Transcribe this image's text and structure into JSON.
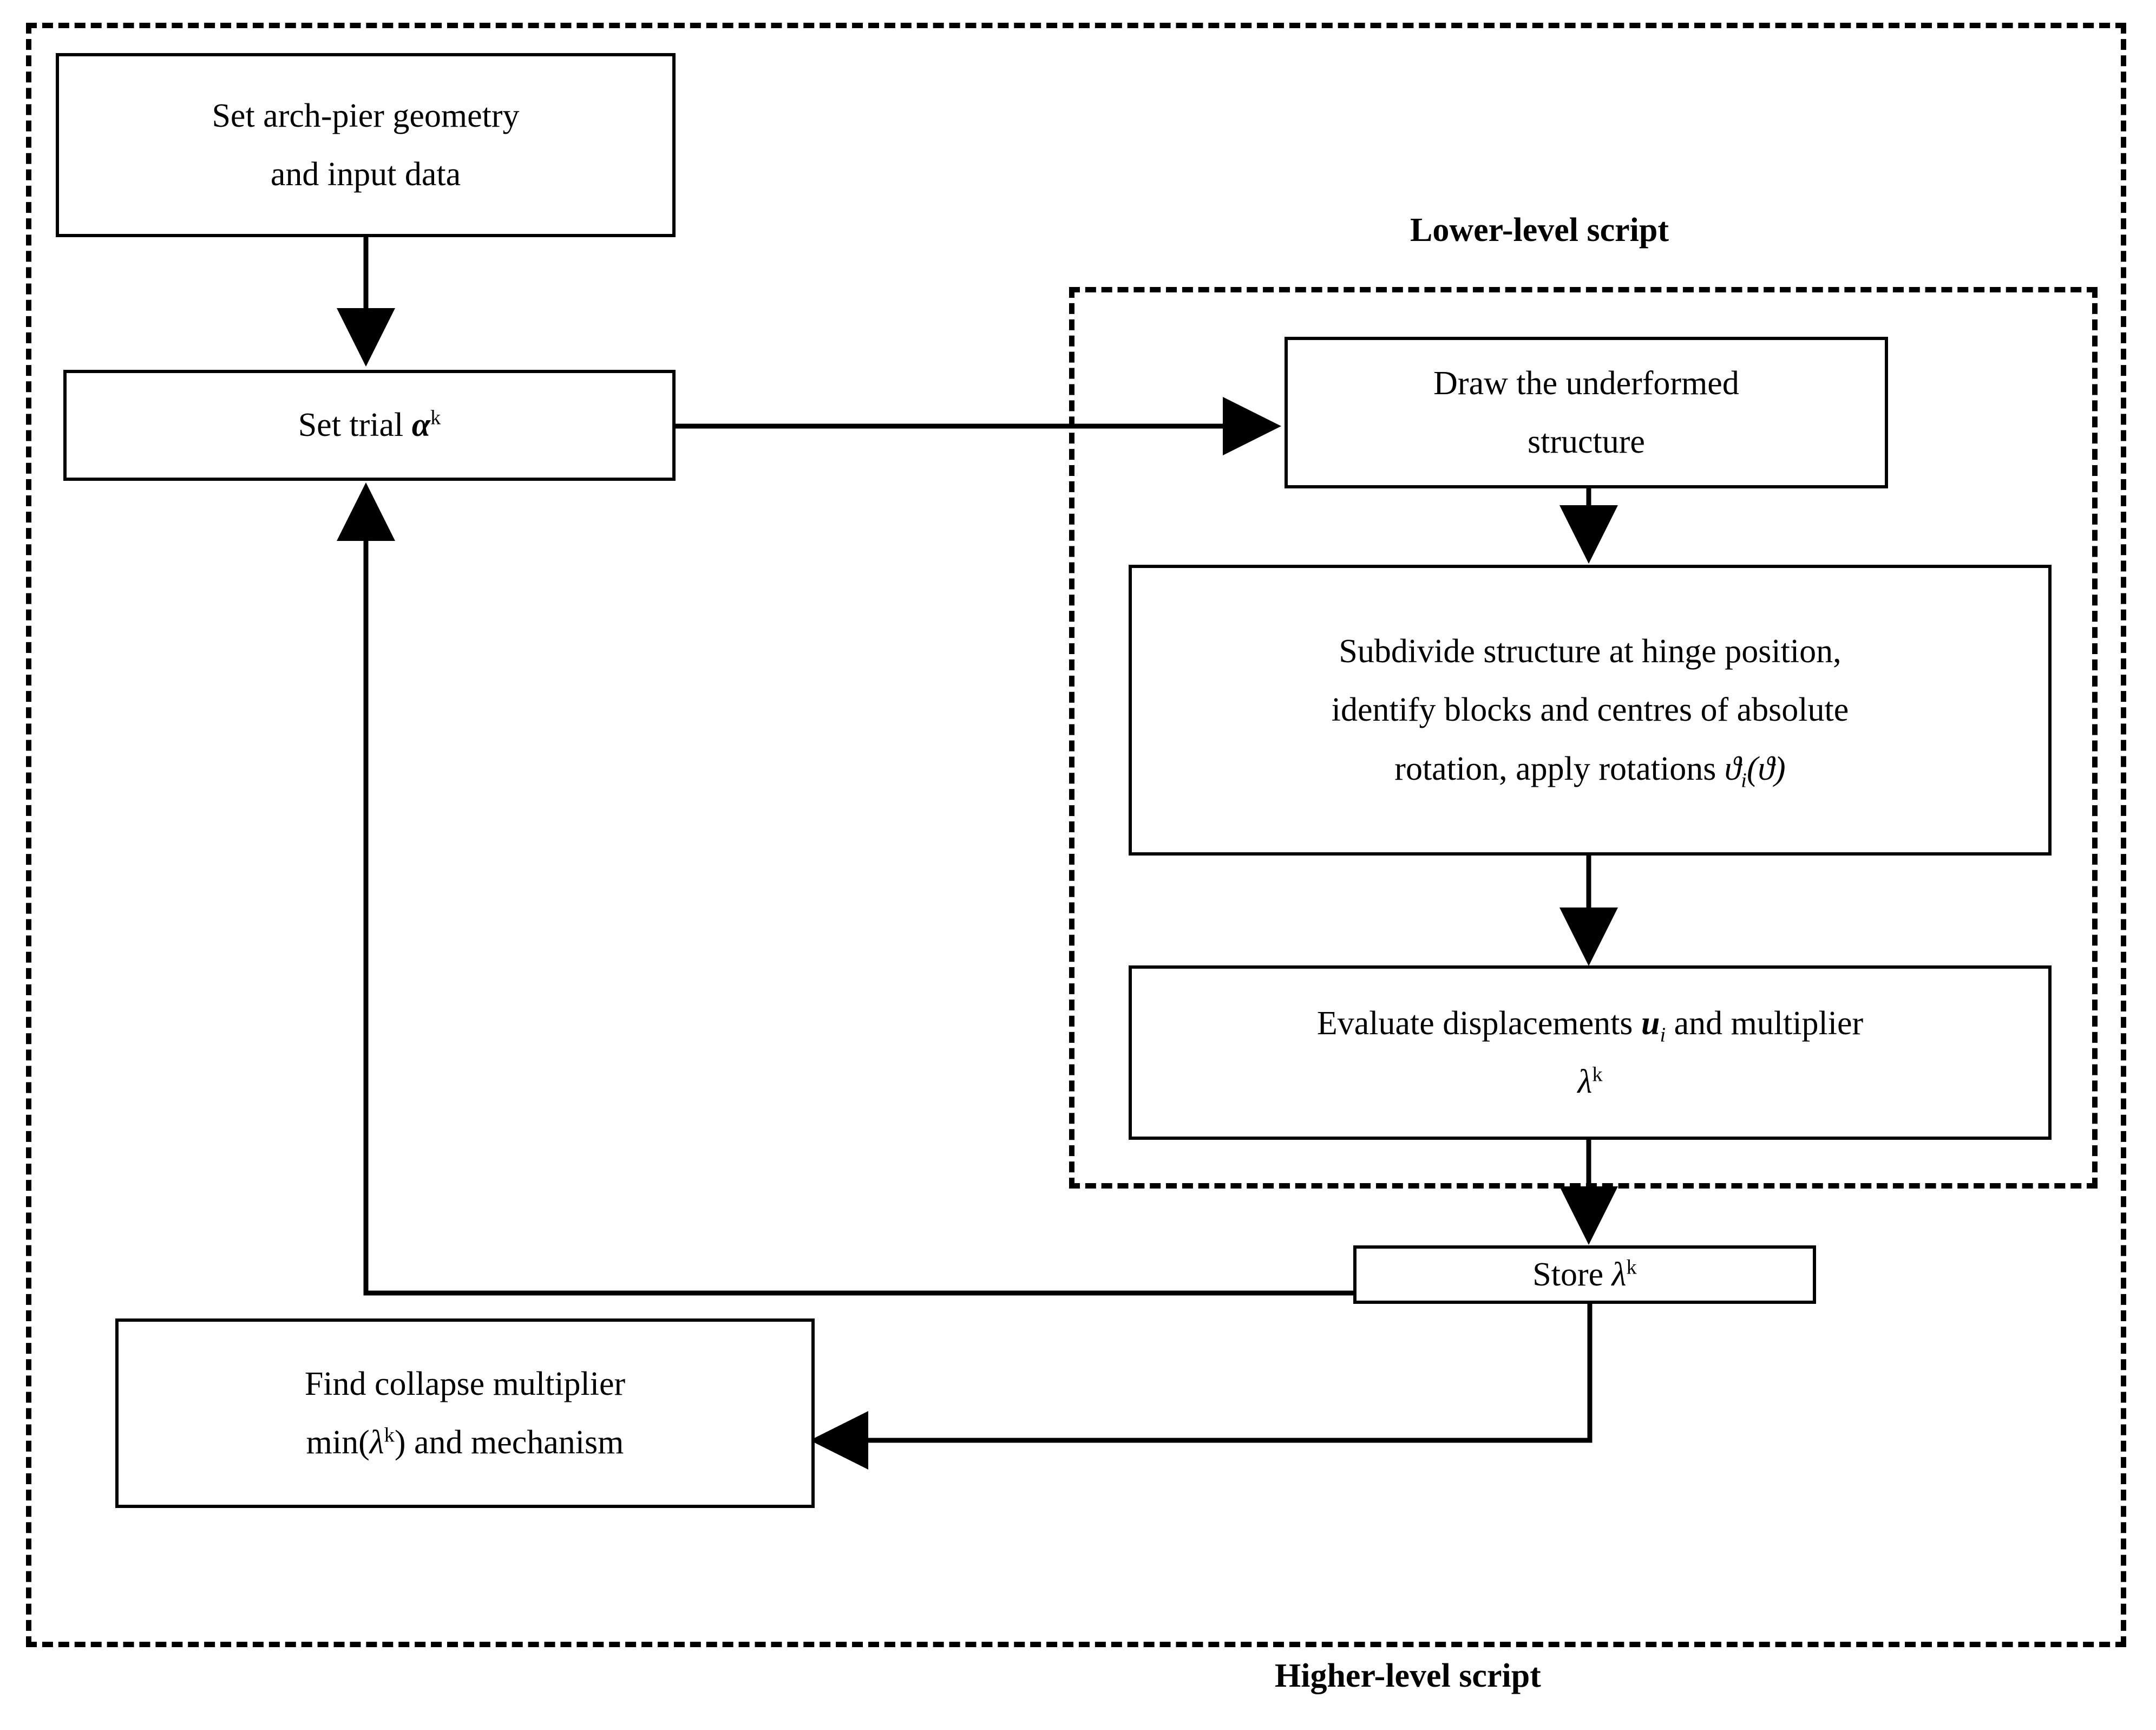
{
  "diagram": {
    "title": "Two-level script flowchart for arch-pier collapse analysis",
    "type": "flowchart",
    "background_color": "#ffffff",
    "line_color": "#000000"
  },
  "regions": {
    "higher": {
      "label": "Higher-level script",
      "style": "dashed"
    },
    "lower": {
      "label": "Lower-level script",
      "style": "dashed"
    }
  },
  "nodes": {
    "geometry": {
      "line1": "Set arch-pier geometry",
      "line2": "and input data"
    },
    "set_trial": {
      "text_prefix": "Set trial ",
      "symbol": "α",
      "superscript": "k"
    },
    "draw": {
      "line1": "Draw the underformed",
      "line2": "structure"
    },
    "subdivide": {
      "line1": "Subdivide structure at hinge position,",
      "line2": "identify blocks and centres of absolute",
      "line3_prefix": "rotation, apply rotations  ",
      "line3_symbol": "ϑ",
      "line3_subscript": "i",
      "line3_suffix": "(ϑ)"
    },
    "evaluate": {
      "line1_prefix": "Evaluate displacements ",
      "line1_symbol": "u",
      "line1_subscript": "i",
      "line1_suffix": " and multiplier",
      "line2_symbol": "λ",
      "line2_superscript": "k"
    },
    "store": {
      "text_prefix": "Store ",
      "symbol": "λ",
      "superscript": "k"
    },
    "find": {
      "line1": "Find collapse multiplier",
      "line2_prefix": "min(",
      "line2_symbol": "λ",
      "line2_superscript": "k",
      "line2_suffix": ") and mechanism"
    }
  },
  "edges": [
    {
      "from": "geometry",
      "to": "set_trial",
      "arrow": "down"
    },
    {
      "from": "set_trial",
      "to": "draw",
      "arrow": "right"
    },
    {
      "from": "draw",
      "to": "subdivide",
      "arrow": "down"
    },
    {
      "from": "subdivide",
      "to": "evaluate",
      "arrow": "down"
    },
    {
      "from": "evaluate",
      "to": "store",
      "arrow": "down"
    },
    {
      "from": "store",
      "to": "set_trial",
      "arrow": "up-left-feedback"
    },
    {
      "from": "store",
      "to": "find",
      "arrow": "down-left"
    }
  ]
}
